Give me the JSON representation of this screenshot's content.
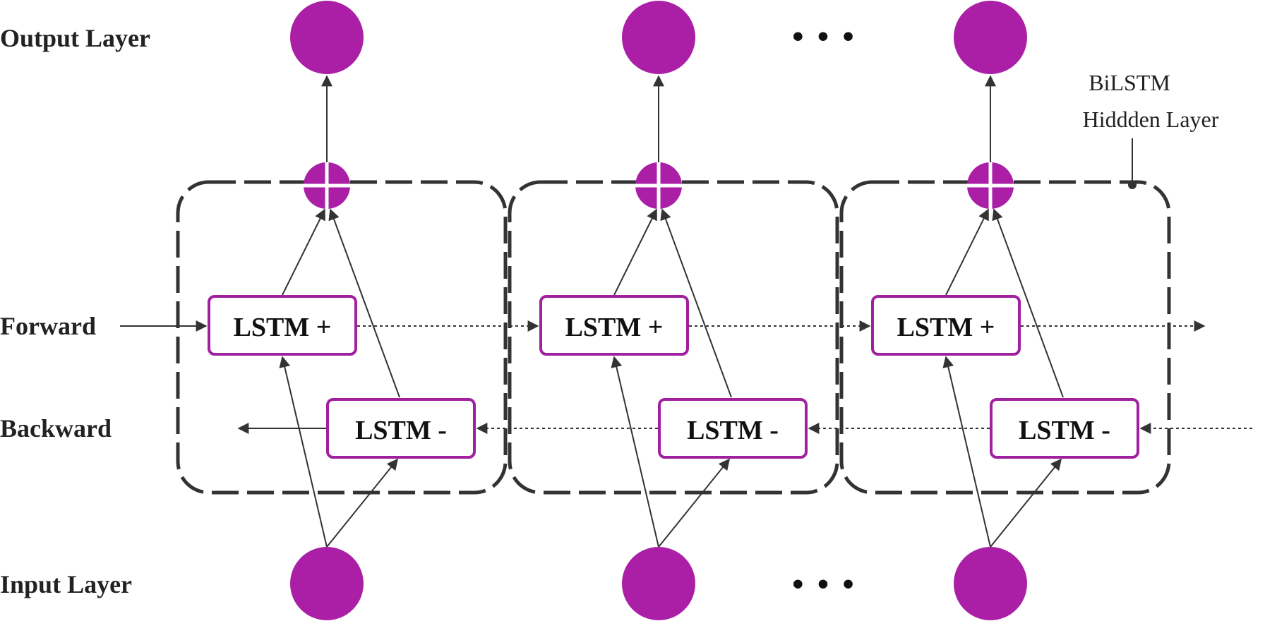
{
  "labels": {
    "output_layer": "Output Layer",
    "forward": "Forward",
    "backward": "Backward",
    "input_layer": "Input Layer",
    "hidden_line1": "BiLSTM",
    "hidden_line2": "Hiddden Layer"
  },
  "ellipsis": "• • •",
  "cells": [
    {
      "forward_label": "LSTM +",
      "backward_label": "LSTM -"
    },
    {
      "forward_label": "LSTM +",
      "backward_label": "LSTM -"
    },
    {
      "forward_label": "LSTM +",
      "backward_label": "LSTM -"
    }
  ],
  "colors": {
    "node": "#AA1FA6",
    "line": "#333333",
    "box_border": "#A020A0",
    "dash_border": "#333333"
  }
}
